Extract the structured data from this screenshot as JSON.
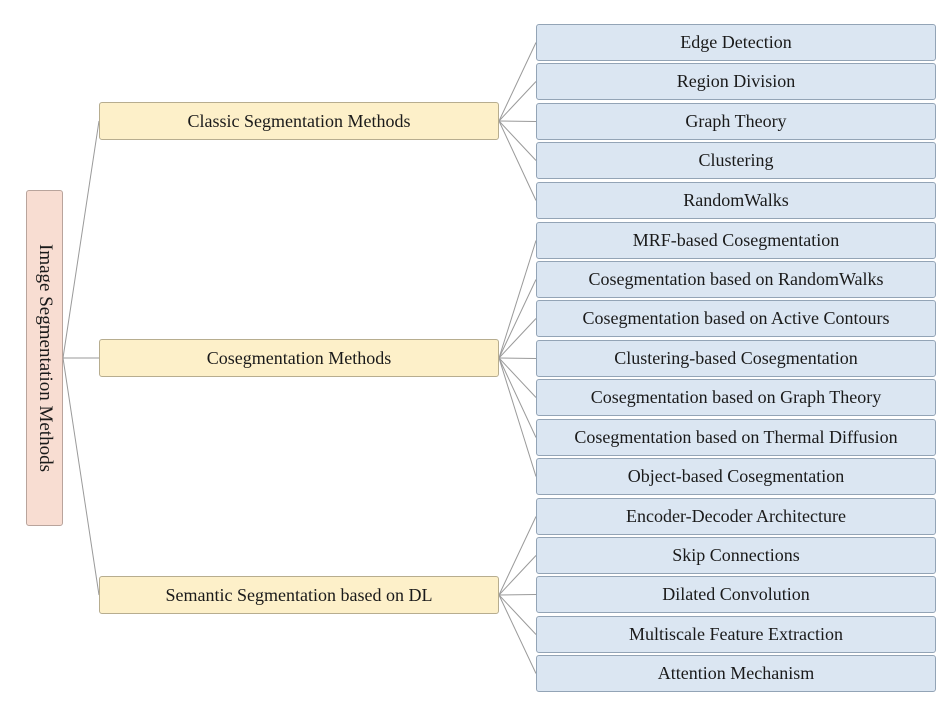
{
  "root": {
    "label": "Image Segmentation Methods"
  },
  "groups": [
    {
      "label": "Classic Segmentation Methods",
      "items": [
        "Edge Detection",
        "Region Division",
        "Graph Theory",
        "Clustering",
        "RandomWalks"
      ]
    },
    {
      "label": "Cosegmentation Methods",
      "items": [
        "MRF-based Cosegmentation",
        "Cosegmentation based on RandomWalks",
        "Cosegmentation based on Active Contours",
        "Clustering-based Cosegmentation",
        "Cosegmentation based on Graph Theory",
        "Cosegmentation based on Thermal Diffusion",
        "Object-based Cosegmentation"
      ]
    },
    {
      "label": "Semantic Segmentation based on DL",
      "items": [
        "Encoder-Decoder Architecture",
        "Skip Connections",
        "Dilated Convolution",
        "Multiscale Feature Extraction",
        "Attention Mechanism"
      ]
    }
  ]
}
